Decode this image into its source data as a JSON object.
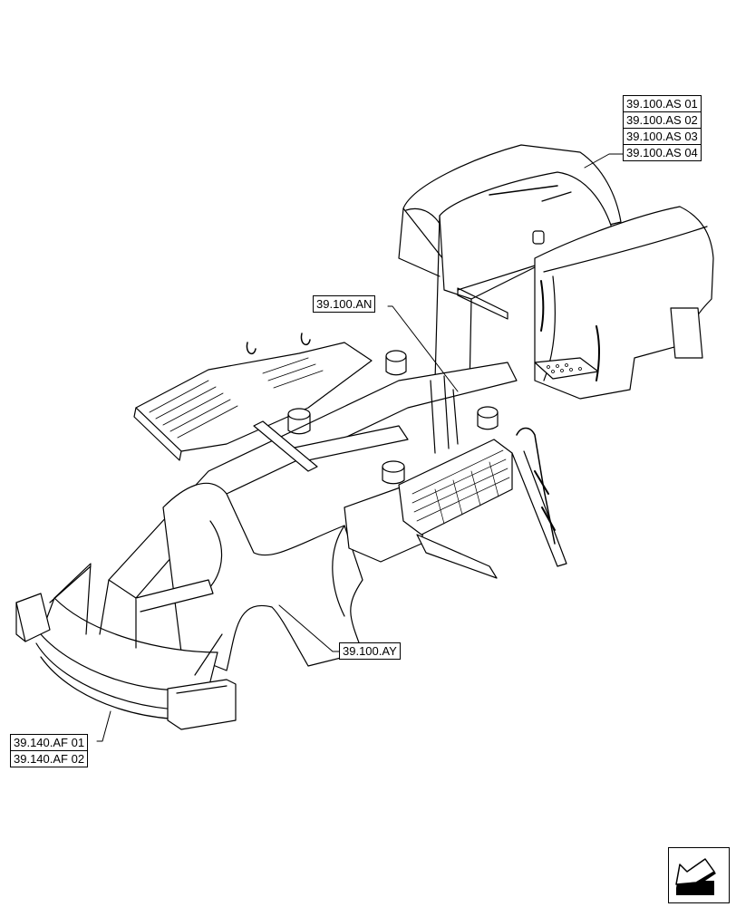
{
  "diagram": {
    "type": "exploded parts view",
    "subject": "machine frame, hood/fender assembly, front bumper",
    "line_color": "#000000",
    "background": "#ffffff"
  },
  "callouts": {
    "hood_group": {
      "labels": [
        "39.100.AS 01",
        "39.100.AS 02",
        "39.100.AS 03",
        "39.100.AS 04"
      ]
    },
    "frame_center": {
      "label": "39.100.AN"
    },
    "frame_main": {
      "label": "39.100.AY"
    },
    "front_bumper": {
      "labels": [
        "39.140.AF 01",
        "39.140.AF 02"
      ]
    }
  },
  "navigation": {
    "icon": "return-arrow-icon"
  }
}
